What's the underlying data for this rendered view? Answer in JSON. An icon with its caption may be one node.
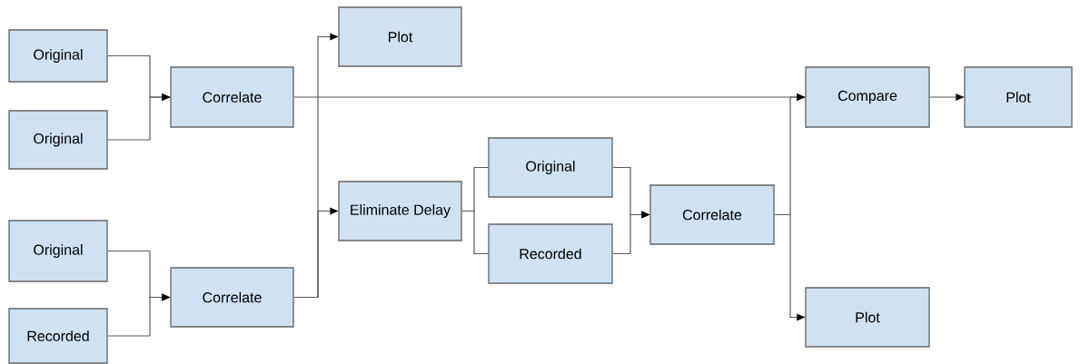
{
  "diagram": {
    "nodes": [
      {
        "text": [
          "Original"
        ]
      },
      {
        "text": [
          "Original"
        ]
      },
      {
        "text": [
          "Correlate"
        ]
      },
      {
        "text": [
          "Plot"
        ]
      },
      {
        "text": [
          "Compare"
        ]
      },
      {
        "text": [
          "Plot"
        ]
      },
      {
        "text": [
          "Eliminate Delay"
        ]
      },
      {
        "text": [
          "Original"
        ]
      },
      {
        "text": [
          "Recorded"
        ]
      },
      {
        "text": [
          "Correlate"
        ]
      },
      {
        "text": [
          "Original"
        ]
      },
      {
        "text": [
          "Recorded"
        ]
      },
      {
        "text": [
          "Correlate"
        ]
      },
      {
        "text": [
          "Plot"
        ]
      }
    ],
    "edges": [
      {
        "from": 0,
        "to": 2,
        "arrow": "to"
      },
      {
        "from": 1,
        "to": 2,
        "arrow": "to"
      },
      {
        "from": 2,
        "to": 4,
        "arrow": "to"
      },
      {
        "from": 12,
        "to": 3,
        "arrow": "to"
      },
      {
        "from": 12,
        "to": 6,
        "arrow": "to"
      },
      {
        "from": 6,
        "to": 7,
        "arrow": "none"
      },
      {
        "from": 6,
        "to": 8,
        "arrow": "none"
      },
      {
        "from": 7,
        "to": 9,
        "arrow": "to"
      },
      {
        "from": 8,
        "to": 9,
        "arrow": "to"
      },
      {
        "from": 9,
        "to": 4,
        "arrow": "to"
      },
      {
        "from": 9,
        "to": 13,
        "arrow": "to"
      },
      {
        "from": 4,
        "to": 5,
        "arrow": "to"
      },
      {
        "from": 10,
        "to": 12,
        "arrow": "to"
      },
      {
        "from": 11,
        "to": 12,
        "arrow": "to"
      }
    ]
  }
}
